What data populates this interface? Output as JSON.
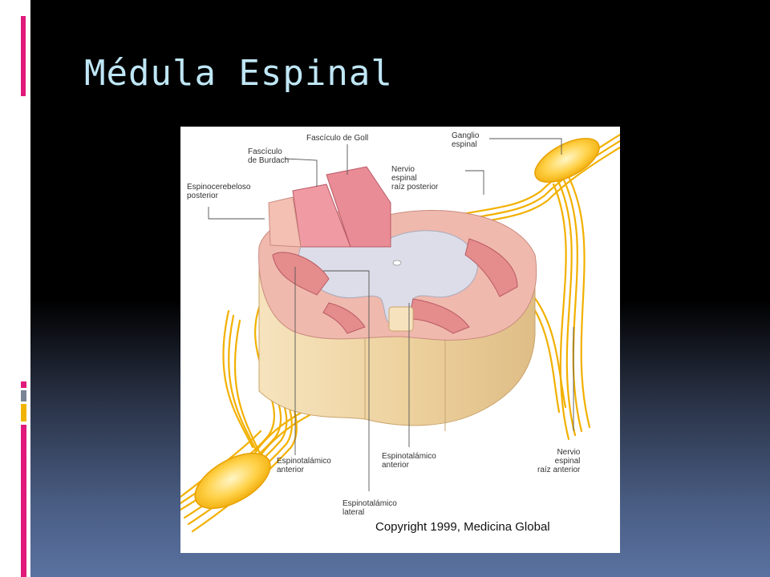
{
  "slide": {
    "title": "Médula Espinal"
  },
  "figure": {
    "labels": {
      "goll": "Fascículo de Goll",
      "burdach": "Fascículo\nde Burdach",
      "espinocerebeloso": "Espinocerebeloso\nposterior",
      "ganglio": "Ganglio\nespinal",
      "nervio_posterior": "Nervio\nespinal\nraíz posterior",
      "espinotalamico_anterior_1": "Espinotalámico\nanterior",
      "espinotalamico_anterior_2": "Espinotalámico\nanterior",
      "espinotalamico_lateral": "Espinotalámico\nlateral",
      "nervio_anterior": "Nervio\nespinal\nraíz anterior"
    },
    "copyright": "Copyright 1999, Medicina Global"
  },
  "colors": {
    "title": "#bfe6f5",
    "nerve": "#f5b800",
    "cord_side": "#f2dcb0",
    "white_matter": "#f0b9ad",
    "grey_matter": "#dcdde8",
    "accent_magenta": "#e0197a",
    "accent_gray": "#7a8596",
    "accent_gold": "#f0b400"
  }
}
